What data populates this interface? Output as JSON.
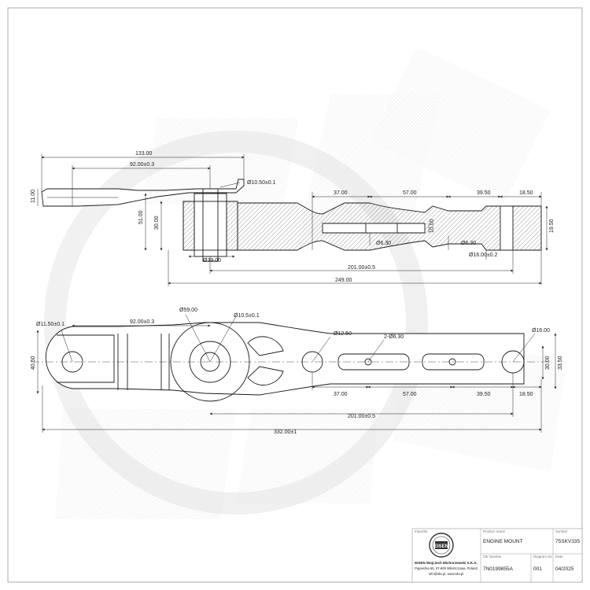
{
  "drawing": {
    "side_view_dims": {
      "d133": "133.00",
      "d92": "92.00±0.3",
      "d11": "11.00",
      "d51": "51.00",
      "d30": "30.00",
      "d10_5": "Ø10.50±0.1",
      "d39": "Ø39.00",
      "d37": "37.00",
      "d57": "57.00",
      "d39_5": "39.50",
      "d18_5": "18.50",
      "d19_5": "19.50",
      "d6_3a": "Ø6.30",
      "d6_3b": "Ø6.30",
      "d16": "Ø16.00±0.2",
      "d201": "201.00±0.5",
      "d249": "249.00",
      "d10": "10.00"
    },
    "top_view_dims": {
      "d11_5": "Ø11.50±0.1",
      "d92": "92.00±0.3",
      "d59": "Ø59.00",
      "d10_5": "Ø10.5±0.1",
      "d12_5": "Ø12.50",
      "d2x6_3": "2-Ø6.30",
      "d16": "Ø16.00",
      "d40_5": "40.50",
      "d30": "30.00",
      "d33_5": "33.50",
      "d37": "37.00",
      "d57": "57.00",
      "d39_5": "39.50",
      "d18_5": "18.50",
      "d201": "201.00±0.5",
      "d332": "332.00±1"
    }
  },
  "title_block": {
    "importer_label": "Importer",
    "logo_text": "EISEN",
    "company": "EISEN Wojciech Michorzewski S.K.A.",
    "address": "Papierzka 65, 97-600 Włoszczowa, Poland",
    "contact": "info@skv.pl, www.skv.pl",
    "product_name_label": "Product name",
    "product_name": "ENGINE MOUNT",
    "symbol_label": "Symbol",
    "symbol": "75SKV335",
    "oe_label": "OE Number",
    "oe_number": "7N0199855A",
    "diagram_label": "Diagram No",
    "diagram_no": "001",
    "date_label": "Date",
    "date": "04/2025"
  },
  "colors": {
    "line": "#1a1a1a",
    "hatch": "#555555",
    "watermark": "#e9e9e9",
    "frame": "#999999"
  }
}
